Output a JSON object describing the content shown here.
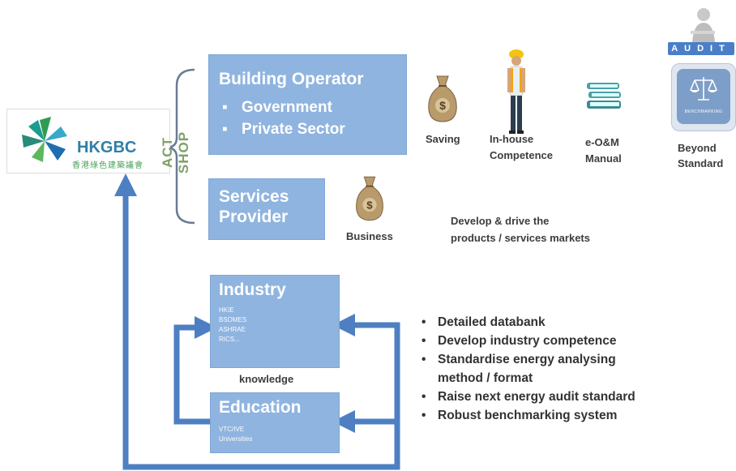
{
  "logo": {
    "text": "HKGBC",
    "chinese": "香港綠色建築議會"
  },
  "act_shop_label": "ACT SHOP",
  "building_operator": {
    "title": "Building Operator",
    "items": [
      "Government",
      "Private Sector"
    ]
  },
  "services_provider": {
    "title_line1": "Services",
    "title_line2": "Provider"
  },
  "industry": {
    "title": "Industry",
    "members": [
      "HKIE",
      "BSOMES",
      "ASHRAE",
      "RICS..."
    ]
  },
  "knowledge_label": "knowledge",
  "education": {
    "title": "Education",
    "members": [
      "VTC/IVE",
      "Universities"
    ]
  },
  "icons": {
    "saving": {
      "label": "Saving",
      "icon": "money-bag-icon"
    },
    "inhouse": {
      "label_line1": "In-house",
      "label_line2": "Competence",
      "icon": "worker-icon"
    },
    "eom": {
      "label_line1": "e-O&M",
      "label_line2": "Manual",
      "icon": "books-icon"
    },
    "beyond": {
      "label_line1": "Beyond",
      "label_line2": "Standard",
      "icon": "benchmarking-icon"
    },
    "business": {
      "label": "Business",
      "icon": "money-bag-icon"
    },
    "audit_text": "AUDIT",
    "benchmarking_text": "BENCHMARKING"
  },
  "develop_text": {
    "line1": "Develop & drive the",
    "line2": "products / services markets"
  },
  "outcomes": [
    "Detailed databank",
    "Develop industry competence",
    "Standardise energy analysing method / format",
    "Raise next energy audit standard",
    "Robust benchmarking system"
  ],
  "colors": {
    "box": "#8fb4df",
    "arrow": "#4e7fc2",
    "brace": "#6b7b95",
    "green": "#80a06a"
  }
}
